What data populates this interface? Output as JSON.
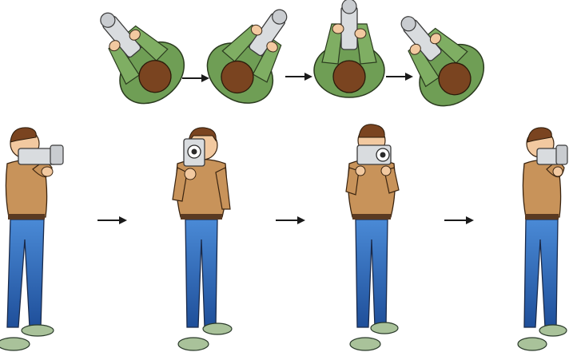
{
  "figure": {
    "rows": [
      {
        "view": "top",
        "frames": [
          {
            "rotation_deg": -40
          },
          {
            "rotation_deg": 35
          },
          {
            "rotation_deg": 0
          },
          {
            "rotation_deg": -40
          }
        ]
      },
      {
        "view": "side",
        "frames": [
          {
            "facing": "right"
          },
          {
            "facing": "front"
          },
          {
            "facing": "front-camera"
          },
          {
            "facing": "right"
          }
        ]
      }
    ],
    "colors": {
      "shirt_top": "#6f9e55",
      "shirt_side": "#c8935a",
      "hair": "#7a4420",
      "skin": "#f2c9a0",
      "camera": "#d9dcdf",
      "jeans": "#2f6ec0",
      "shoes": "#a9c29a",
      "belt": "#5a3a22",
      "arrow": "#1a1a1a"
    }
  }
}
